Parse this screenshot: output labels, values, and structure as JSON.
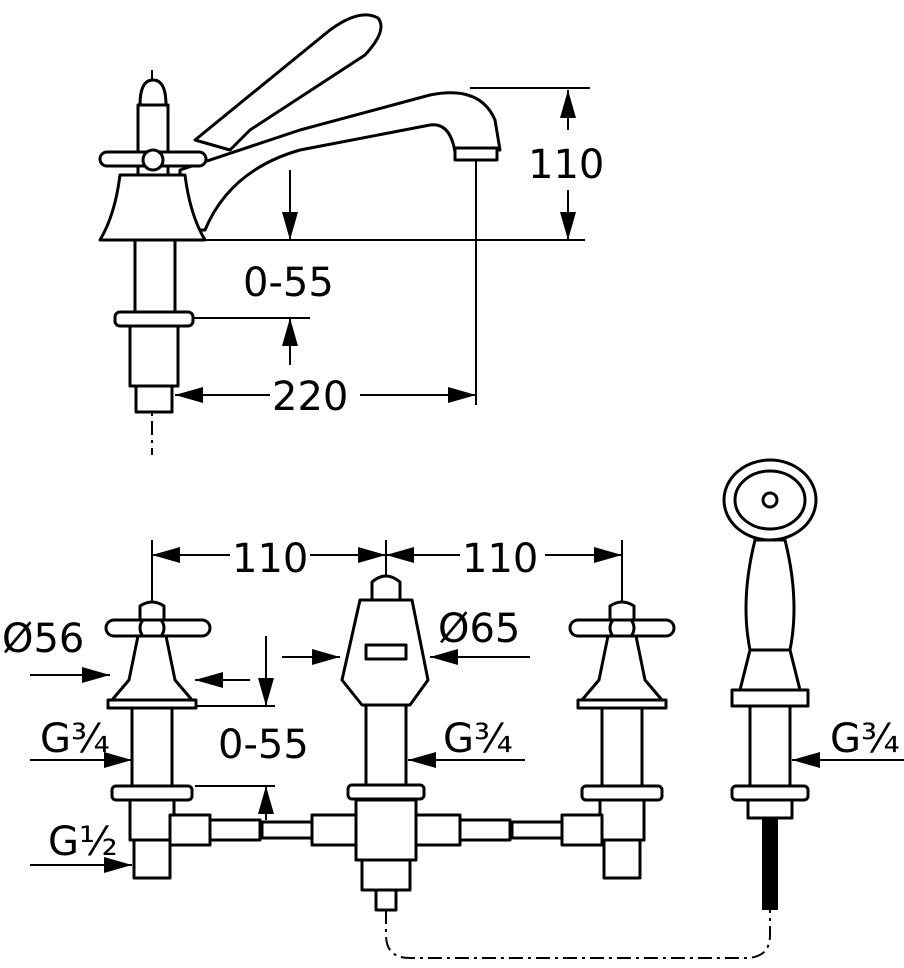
{
  "top_view": {
    "height_label": "110",
    "adjust_label": "0-55",
    "reach_label": "220"
  },
  "bottom_view": {
    "spacing_left_label": "110",
    "spacing_right_label": "110",
    "valve_diameter_label": "Ø56",
    "spout_diameter_label": "Ø65",
    "valve_thread_label": "G¾",
    "adjust_label": "0-55",
    "spout_thread_label": "G¾",
    "shower_thread_label": "G¾",
    "inlet_thread_label": "G½"
  }
}
